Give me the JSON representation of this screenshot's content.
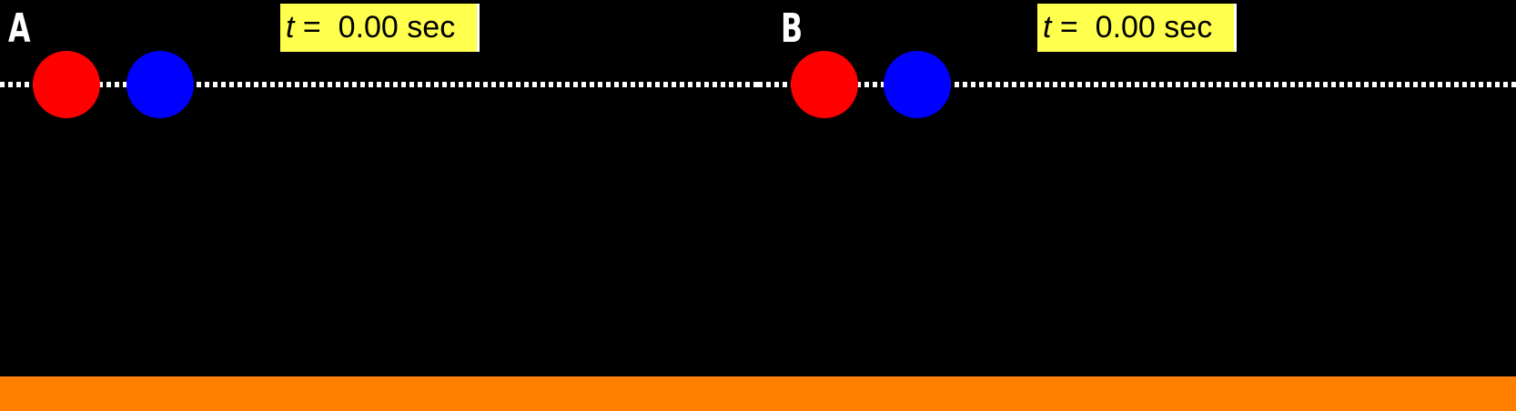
{
  "panels": [
    {
      "label": "A",
      "time": {
        "variable": "t",
        "equals": " = ",
        "value": "0.00",
        "unit": "sec"
      },
      "balls": [
        {
          "color": "#ff0000"
        },
        {
          "color": "#0000ff"
        }
      ]
    },
    {
      "label": "B",
      "time": {
        "variable": "t",
        "equals": " = ",
        "value": "0.00",
        "unit": "sec"
      },
      "balls": [
        {
          "color": "#ff0000"
        },
        {
          "color": "#0000ff"
        }
      ]
    }
  ],
  "colors": {
    "background": "#000000",
    "time_box": "#ffff4d",
    "track": "#ffffff",
    "ground": "#ff8000"
  }
}
